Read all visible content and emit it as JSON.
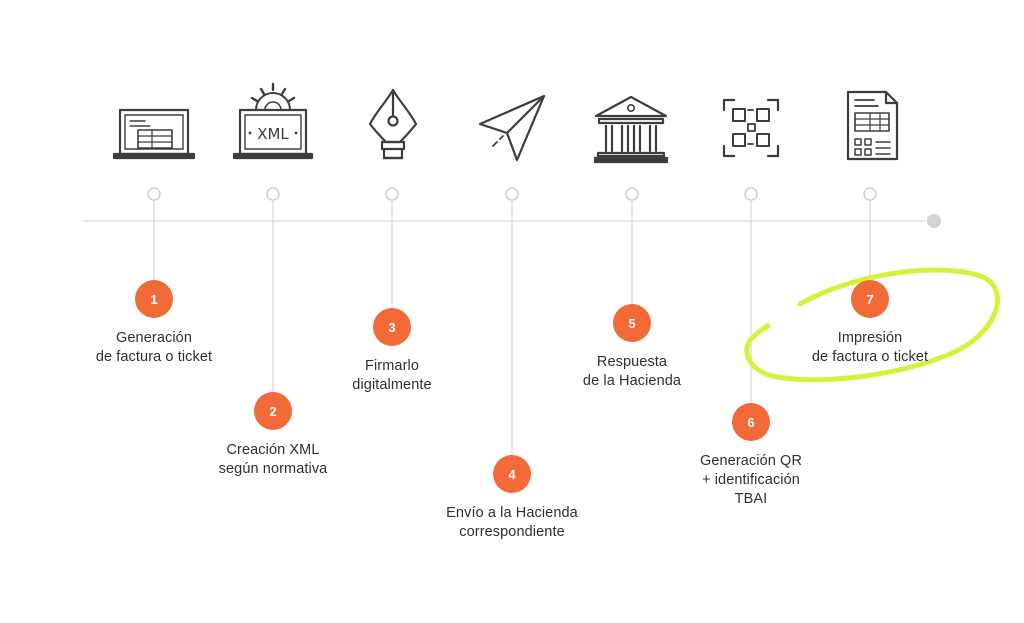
{
  "icon_xml_text": "XML",
  "steps": [
    {
      "number": "1",
      "icon": "laptop-invoice-icon",
      "lines": [
        "Generación",
        "de factura o ticket"
      ]
    },
    {
      "number": "2",
      "icon": "laptop-xml-gear-icon",
      "lines": [
        "Creación XML",
        "según normativa"
      ]
    },
    {
      "number": "3",
      "icon": "fountain-pen-nib-icon",
      "lines": [
        "Firmarlo",
        "digitalmente"
      ]
    },
    {
      "number": "4",
      "icon": "paper-plane-send-icon",
      "lines": [
        "Envío a la Hacienda",
        "correspondiente"
      ]
    },
    {
      "number": "5",
      "icon": "government-building-icon",
      "lines": [
        "Respuesta",
        "de la Hacienda"
      ]
    },
    {
      "number": "6",
      "icon": "qr-code-icon",
      "lines": [
        "Generación QR",
        "+ identificación",
        "TBAI"
      ]
    },
    {
      "number": "7",
      "icon": "printed-ticket-qr-icon",
      "lines": [
        "Impresión",
        "de factura o ticket"
      ]
    }
  ],
  "colors": {
    "accent": "#f26a37",
    "highlight": "#d8f03c",
    "icon_stroke": "#3d3d3d",
    "timeline": "#d9d9d9",
    "text": "#2f2f2f"
  }
}
